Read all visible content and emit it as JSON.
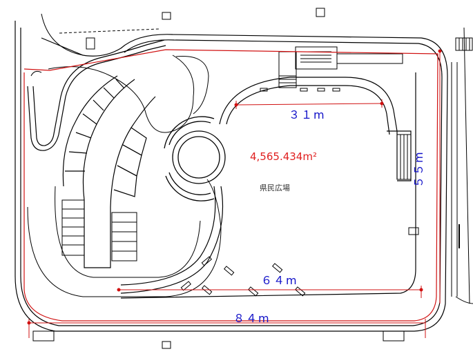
{
  "plan": {
    "area_label": "4,565.434m²",
    "place_label": "県民広場",
    "dimensions": {
      "top_width": "３１m",
      "right_height": "５５m",
      "inner_bottom_width": "６４m",
      "outer_bottom_width": "８４m"
    },
    "colors": {
      "boundary": "#d01010",
      "dimension_text": "#1010c8",
      "linework": "#000000"
    }
  }
}
